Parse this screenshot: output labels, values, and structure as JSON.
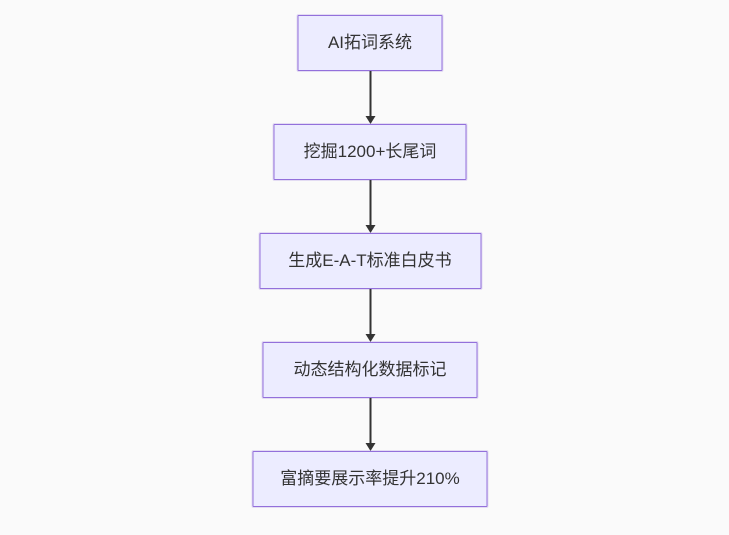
{
  "flowchart": {
    "type": "flowchart",
    "direction": "top-down",
    "colors": {
      "background": "#fafafa",
      "node_fill": "#ececff",
      "node_border": "#9370db",
      "node_text": "#333333",
      "arrow": "#333333"
    },
    "nodes": [
      {
        "label": "AI拓词系统"
      },
      {
        "label": "挖掘1200+长尾词"
      },
      {
        "label": "生成E-A-T标准白皮书"
      },
      {
        "label": "动态结构化数据标记"
      },
      {
        "label": "富摘要展示率提升210%"
      }
    ],
    "edges": [
      {
        "from": "AI拓词系统",
        "to": "挖掘1200+长尾词"
      },
      {
        "from": "挖掘1200+长尾词",
        "to": "生成E-A-T标准白皮书"
      },
      {
        "from": "生成E-A-T标准白皮书",
        "to": "动态结构化数据标记"
      },
      {
        "from": "动态结构化数据标记",
        "to": "富摘要展示率提升210%"
      }
    ]
  }
}
